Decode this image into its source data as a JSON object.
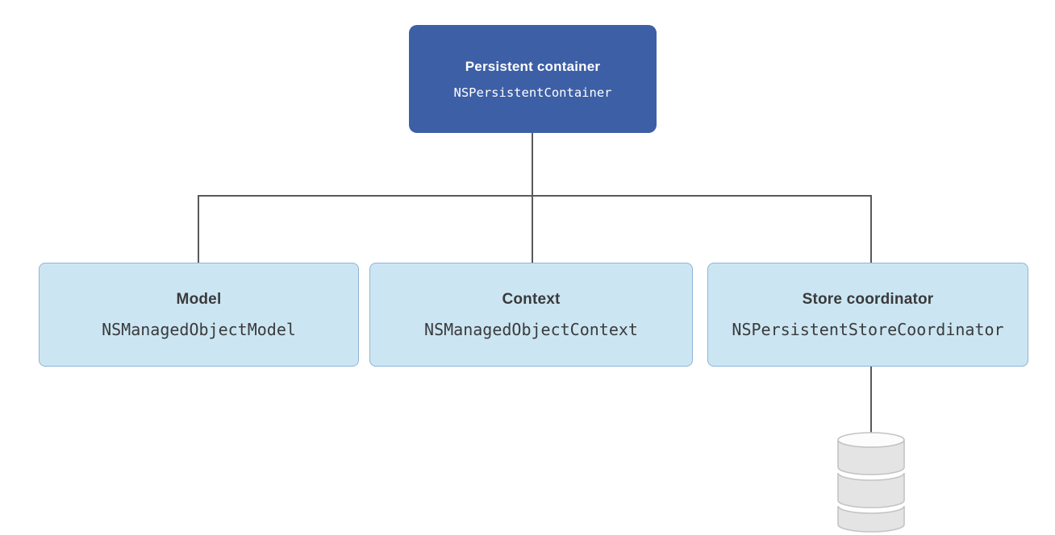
{
  "diagram": {
    "root_node": {
      "title": "Persistent container",
      "class_name": "NSPersistentContainer"
    },
    "child_nodes": [
      {
        "title": "Model",
        "class_name": "NSManagedObjectModel"
      },
      {
        "title": "Context",
        "class_name": "NSManagedObjectContext"
      },
      {
        "title": "Store coordinator",
        "class_name": "NSPersistentStoreCoordinator"
      }
    ],
    "icons": {
      "database_icon": "database-cylinder-icon"
    },
    "colors": {
      "background": "#FFFFFF",
      "root_fill": "#3D5FA6",
      "root_text": "#FFFFFF",
      "child_fill": "#CBE6F2",
      "child_border": "#8FB4DB",
      "child_text": "#3A3A3C",
      "connector": "#59595B",
      "cylinder_fill": "#E4E4E4",
      "cylinder_stroke": "#C3C3C3",
      "cylinder_top_fill": "#FCFCFC"
    }
  }
}
